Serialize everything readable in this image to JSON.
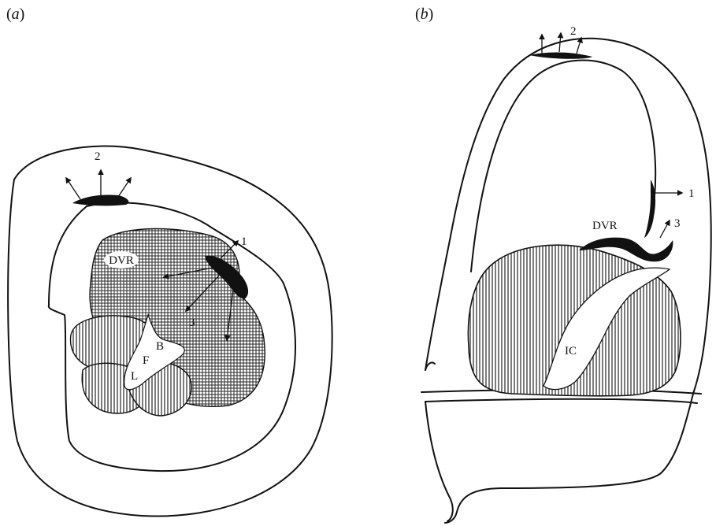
{
  "panels": [
    {
      "id": "a",
      "label": "a",
      "labels": {
        "dvr": "DVR",
        "b": "B",
        "f": "F",
        "l": "L",
        "n1": "1",
        "n2": "2",
        "n3": "3"
      }
    },
    {
      "id": "b",
      "label": "b",
      "labels": {
        "dvr": "DVR",
        "ic": "IC",
        "n1": "1",
        "n2": "2",
        "n3": "3"
      }
    }
  ],
  "colors": {
    "ink": "#111111",
    "paper": "#ffffff"
  }
}
